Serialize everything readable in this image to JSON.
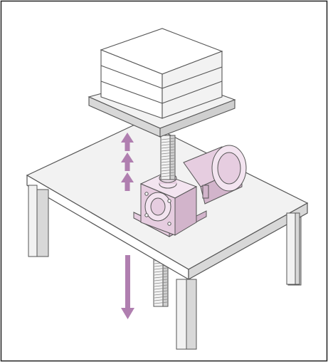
{
  "figure": {
    "subject": "lift-table-screw-jack",
    "colors": {
      "frame": "#222222",
      "outline": "#555555",
      "surface": "#f2f2f2",
      "surface_dark": "#d8d8d8",
      "box_face": "#ffffff",
      "gear_light": "#f3e4f0",
      "gear_mid": "#e6cde0",
      "gear_dark": "#d2b4cb",
      "arrow": "#b07fb0",
      "screw": "#cfcfcf"
    },
    "arrows": {
      "up": {
        "count": 3,
        "meaning": "load-raised"
      },
      "down": {
        "count": 1,
        "meaning": "screw-extends-below-table"
      }
    }
  }
}
